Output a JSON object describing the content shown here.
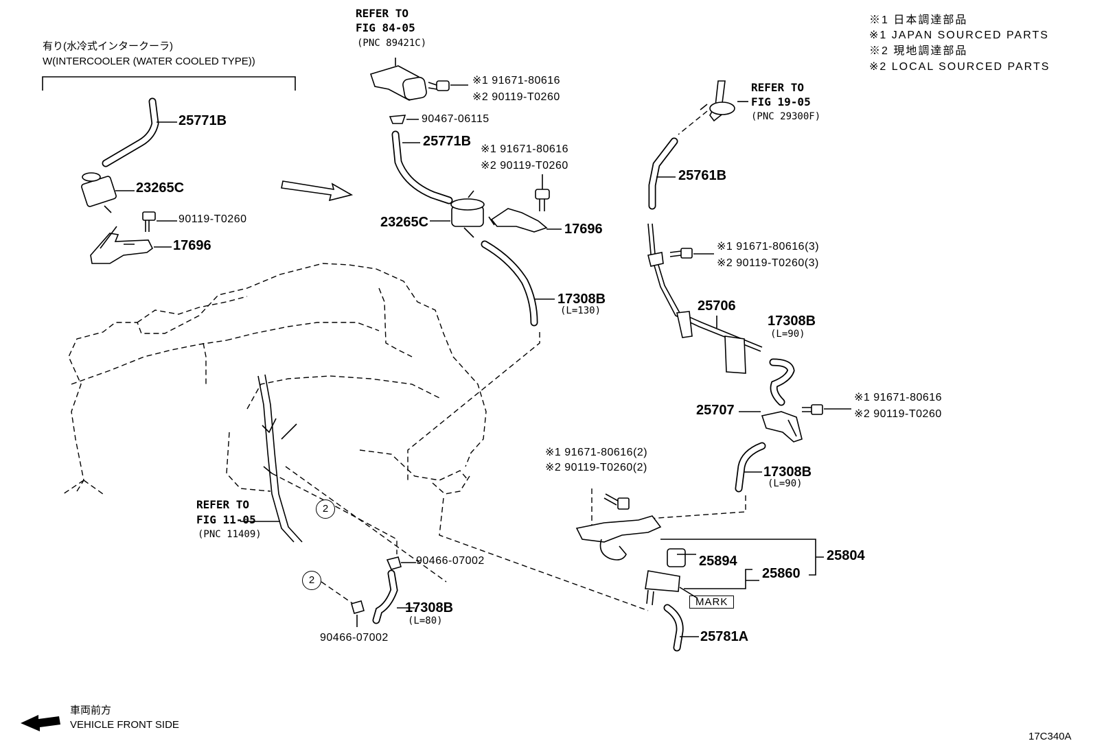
{
  "legend": {
    "l1": "※1 日本調達部品",
    "l2": "※1 JAPAN SOURCED PARTS",
    "l3": "※2 現地調達部品",
    "l4": "※2 LOCAL SOURCED PARTS"
  },
  "variant": {
    "jp": "有り(水冷式インタークーラ)",
    "en": "W(INTERCOOLER (WATER COOLED TYPE))"
  },
  "refs": {
    "fig84": {
      "l1": "REFER TO",
      "l2": "FIG 84-05",
      "l3": "(PNC 89421C)"
    },
    "fig19": {
      "l1": "REFER TO",
      "l2": "FIG 19-05",
      "l3": "(PNC 29300F)"
    },
    "fig11": {
      "l1": "REFER TO",
      "l2": "FIG 11-05",
      "l3": "(PNC 11409)"
    }
  },
  "parts": {
    "p25771B_left": "25771B",
    "p23265C_left": "23265C",
    "p90119_left": "90119-T0260",
    "p17696_left": "17696",
    "p_bolt1_a": "※1 91671-80616",
    "p_bolt1_b": "※2 90119-T0260",
    "p90467": "90467-06115",
    "p25771B_mid": "25771B",
    "p_bolt2_a": "※1 91671-80616",
    "p_bolt2_b": "※2 90119-T0260",
    "p23265C_mid": "23265C",
    "p17696_mid": "17696",
    "p17308B_130": "17308B",
    "l130": "(L=130)",
    "p25761B": "25761B",
    "p_bolt3_a": "※1 91671-80616(3)",
    "p_bolt3_b": "※2 90119-T0260(3)",
    "p25706": "25706",
    "p17308B_90a": "17308B",
    "l90a": "(L=90)",
    "p25707": "25707",
    "p_bolt4_a": "※1 91671-80616",
    "p_bolt4_b": "※2 90119-T0260",
    "p_bolt5_a": "※1 91671-80616(2)",
    "p_bolt5_b": "※2 90119-T0260(2)",
    "p17308B_90b": "17308B",
    "l90b": "(L=90)",
    "p25894": "25894",
    "p25860": "25860",
    "p25804": "25804",
    "mark": "MARK",
    "p25781A": "25781A",
    "p90466_a": "90466-07002",
    "p90466_b": "90466-07002",
    "p17308B_80": "17308B",
    "l80": "(L=80)",
    "circle2a": "2",
    "circle2b": "2"
  },
  "footer": {
    "front_jp": "車両前方",
    "front_en": "VEHICLE FRONT SIDE",
    "code": "17C340A"
  }
}
